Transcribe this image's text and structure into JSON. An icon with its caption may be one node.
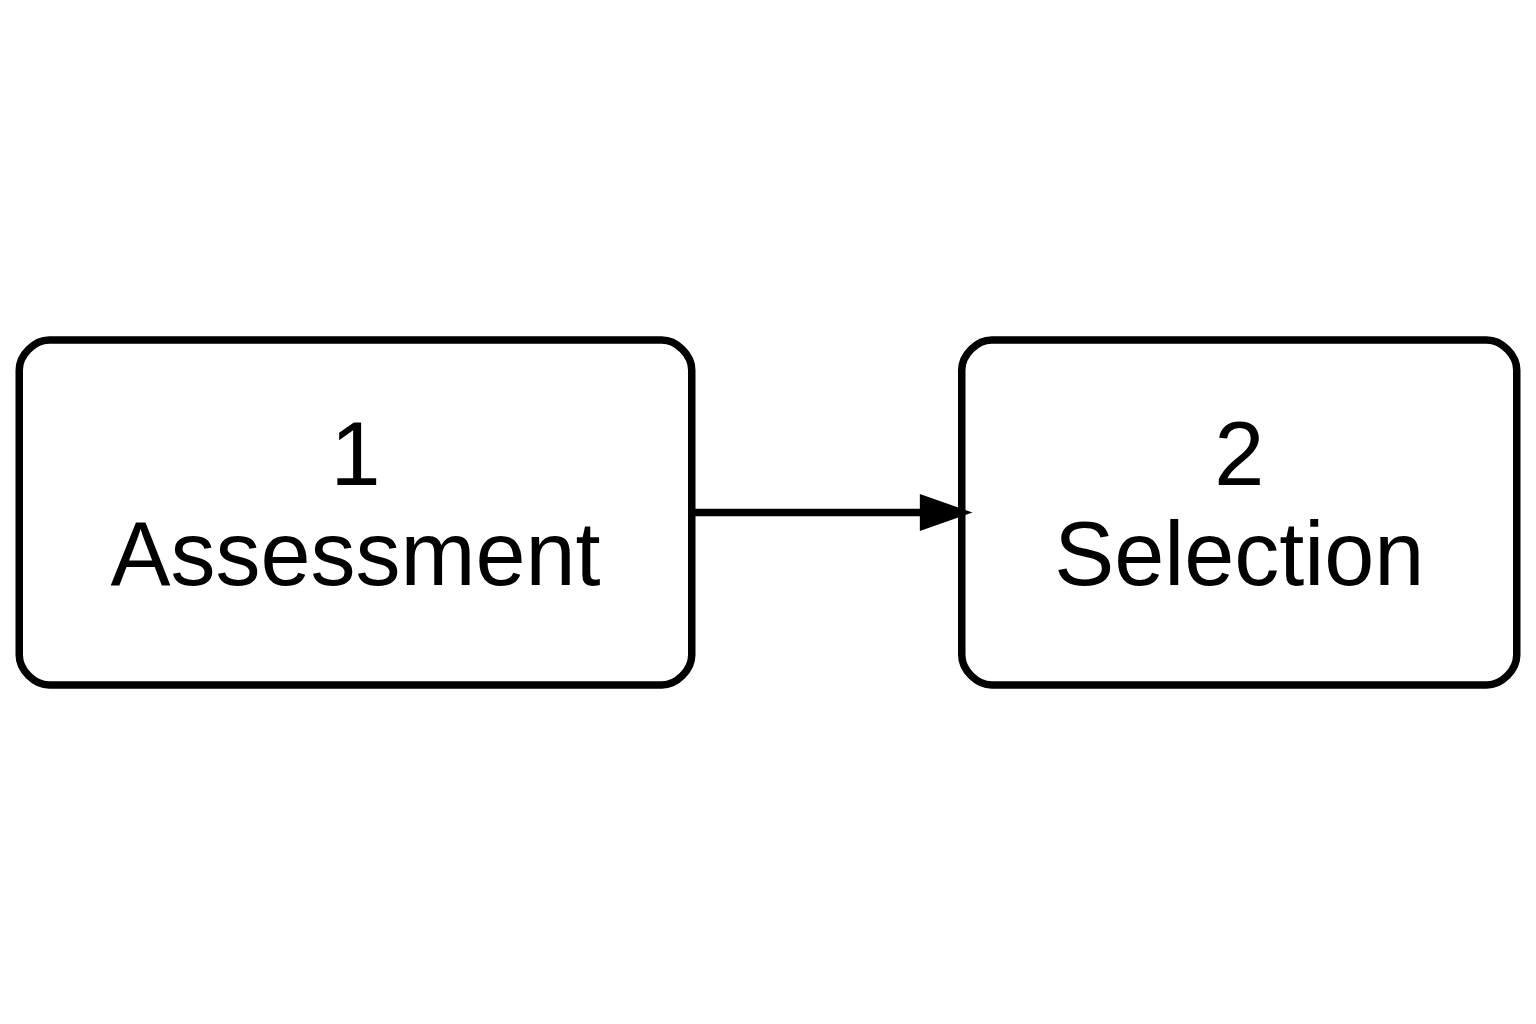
{
  "diagram": {
    "nodes": [
      {
        "text": [
          "1",
          "Assessment"
        ]
      },
      {
        "text": [
          "2",
          "Selection"
        ]
      }
    ],
    "edges": [
      {
        "from": 0,
        "to": 1,
        "arrow": "to"
      }
    ]
  }
}
